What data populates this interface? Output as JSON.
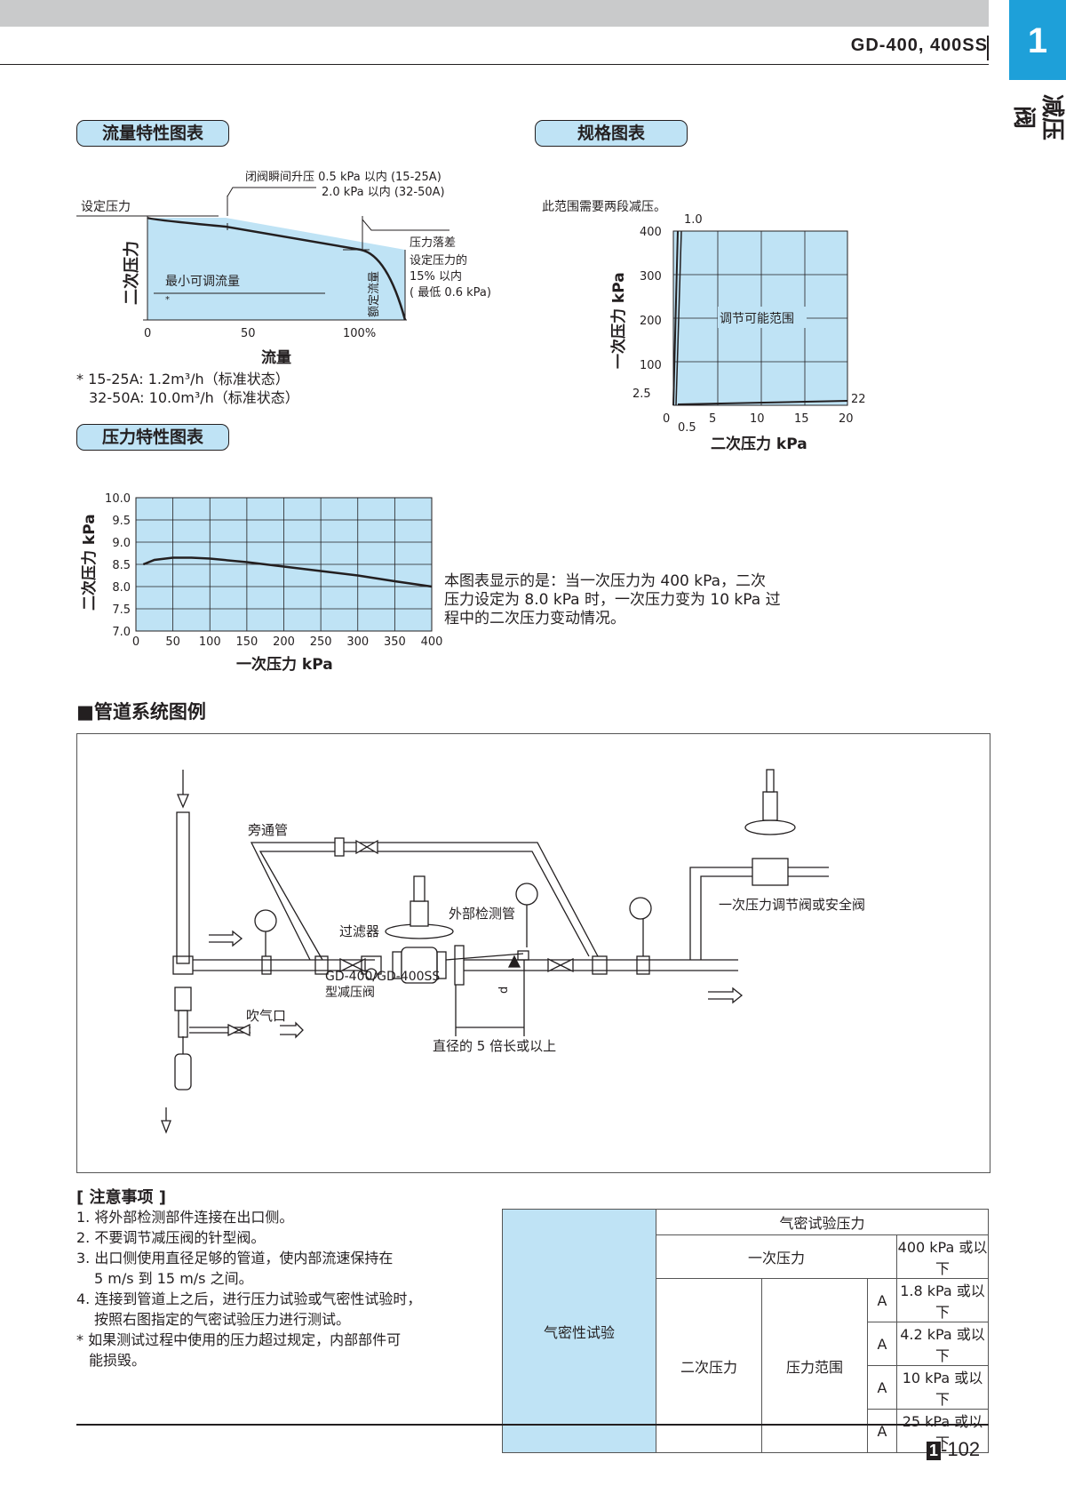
{
  "header": {
    "model": "GD-400, 400SS",
    "tab_number": "1",
    "side_title": "减压阀"
  },
  "flow_chart": {
    "pill": "流量特性图表",
    "set_pressure": "设定压力",
    "note_close_1": "闭阀瞬间升压 0.5 kPa 以内 (15-25A)",
    "note_close_2": "2.0 kPa 以内 (32-50A)",
    "drop_1": "压力落差",
    "drop_2": "设定压力的",
    "drop_3": "15% 以内",
    "drop_4": "( 最低 0.6 kPa)",
    "ylabel": "二次压力",
    "min_flow": "最小可调流量",
    "rated": "额定流量",
    "xlabel": "流量",
    "x_ticks": [
      "0",
      "50",
      "100%"
    ],
    "star": "*",
    "foot_1": "* 15-25A: 1.2m³/h（标准状态）",
    "foot_2": "32-50A: 10.0m³/h（标准状态）"
  },
  "spec_chart": {
    "pill": "规格图表",
    "note": "此范围需要两段减压。",
    "ylabel": "一次压力 kPa",
    "xlabel": "二次压力 kPa",
    "region": "调节可能范围",
    "label_top": "1.0",
    "label_right": "22",
    "y_ticks": [
      "400",
      "300",
      "200",
      "100",
      "2.5"
    ],
    "x_ticks": [
      "0",
      "0.5",
      "5",
      "10",
      "15",
      "20"
    ]
  },
  "pressure_chart": {
    "pill": "压力特性图表",
    "ylabel": "二次压力 kPa",
    "xlabel": "一次压力 kPa",
    "y_ticks": [
      "10.0",
      "9.5",
      "9.0",
      "8.5",
      "8.0",
      "7.5",
      "7.0"
    ],
    "x_ticks": [
      "0",
      "50",
      "100",
      "150",
      "200",
      "250",
      "300",
      "350",
      "400"
    ],
    "desc_1": "本图表显示的是：当一次压力为 400 kPa，二次",
    "desc_2": "压力设定为 8.0 kPa 时，一次压力变为 10 kPa 过",
    "desc_3": "程中的二次压力变动情况。"
  },
  "chart_data": {
    "type": "line",
    "xlabel": "一次压力 kPa",
    "ylabel": "二次压力 kPa",
    "xlim": [
      0,
      400
    ],
    "ylim": [
      7.0,
      10.0
    ],
    "grid": true,
    "series": [
      {
        "x": [
          10,
          25,
          50,
          75,
          100,
          150,
          200,
          250,
          300,
          350,
          400
        ],
        "values": [
          8.5,
          8.6,
          8.65,
          8.65,
          8.63,
          8.55,
          8.45,
          8.35,
          8.25,
          8.12,
          8.0
        ]
      }
    ]
  },
  "piping": {
    "title": "■管道系统图例",
    "bypass": "旁通管",
    "external": "外部检测管",
    "filter": "过滤器",
    "valve_1": "GD-400/GD-400SS",
    "valve_2": "型减压阀",
    "blow": "吹气口",
    "diameter": "直径的 5 倍长或以上",
    "d": "d",
    "primary": "一次压力调节阀或安全阀"
  },
  "notes": {
    "title": "[ 注意事项 ]",
    "lines": [
      "1. 将外部检测部件连接在出口侧。",
      "2. 不要调节减压阀的针型阀。",
      "3. 出口侧使用直径足够的管道，使内部流速保持在",
      "5 m/s 到 15 m/s 之间。",
      "4. 连接到管道上之后，进行压力试验或气密性试验时，",
      "按照右图指定的气密试验压力进行测试。",
      "* 如果测试过程中使用的压力超过规定，内部部件可",
      "能损毁。"
    ]
  },
  "table": {
    "airtight": "气密性试验",
    "test_pressure": "气密试验压力",
    "primary": "一次压力",
    "primary_value": "400 kPa 或以下",
    "secondary": "二次压力",
    "range": "压力范围",
    "rows": [
      {
        "code": "A",
        "value": "1.8 kPa 或以下"
      },
      {
        "code": "A",
        "value": "4.2 kPa 或以下"
      },
      {
        "code": "A",
        "value": "10 kPa 或以下"
      },
      {
        "code": "A",
        "value": "25 kPa 或以下"
      }
    ]
  },
  "footer": {
    "chapter": "1",
    "page": "-102"
  }
}
